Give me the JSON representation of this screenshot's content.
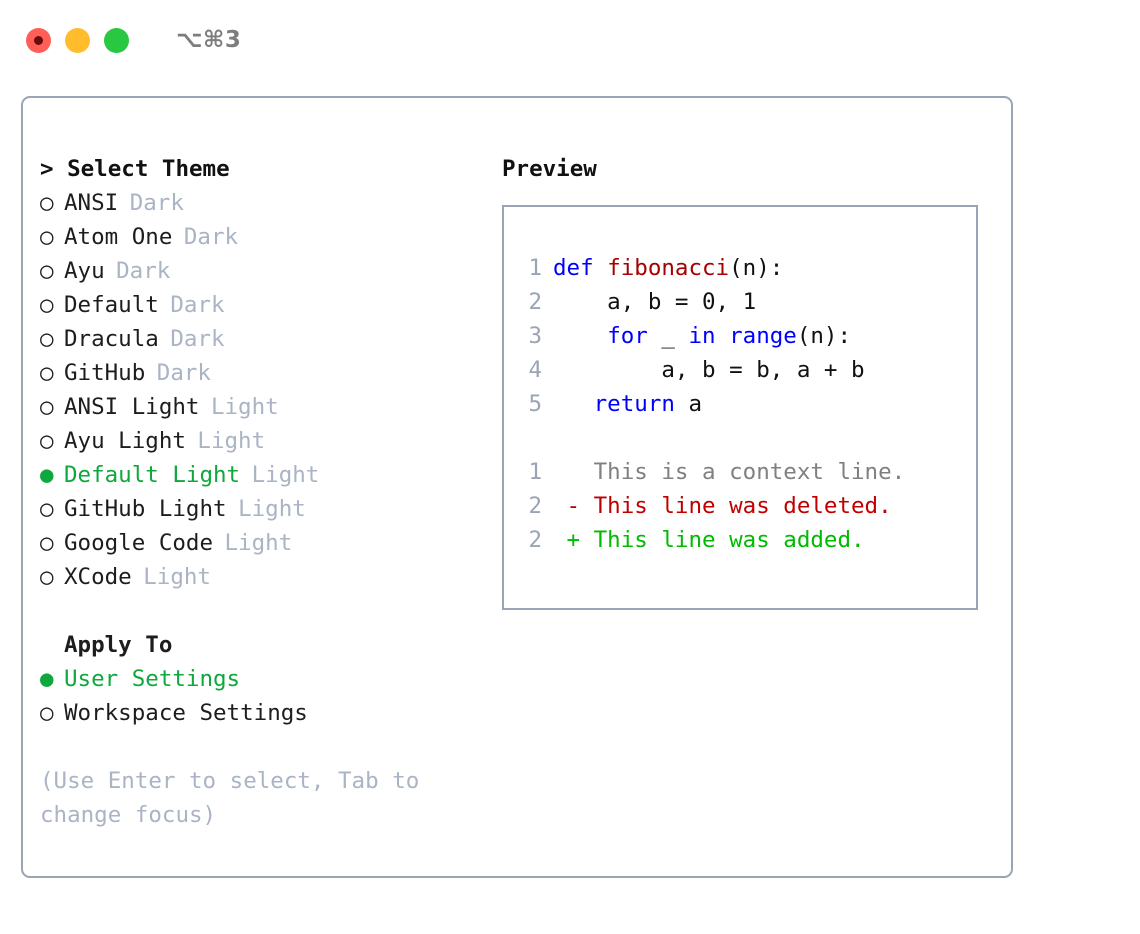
{
  "titlebar": {
    "lights": [
      {
        "name": "close",
        "color": "#ff5f57"
      },
      {
        "name": "minimize",
        "color": "#ffbd2e"
      },
      {
        "name": "zoom",
        "color": "#28c840"
      }
    ],
    "shortcut": "⌥⌘3"
  },
  "colors": {
    "accent_green": "#0ea83c",
    "tag_gray": "#aab4c4",
    "border": "#9aa4b4",
    "keyword_blue": "#0000ff",
    "function_red": "#a60000",
    "diff_add": "#00bb00",
    "diff_del": "#c00000",
    "diff_context": "#808080"
  },
  "theme_panel": {
    "header": "> Select Theme",
    "items": [
      {
        "bullet": "○",
        "label": "ANSI",
        "tag": "Dark",
        "selected": false
      },
      {
        "bullet": "○",
        "label": "Atom One",
        "tag": "Dark",
        "selected": false
      },
      {
        "bullet": "○",
        "label": "Ayu",
        "tag": "Dark",
        "selected": false
      },
      {
        "bullet": "○",
        "label": "Default",
        "tag": "Dark",
        "selected": false
      },
      {
        "bullet": "○",
        "label": "Dracula",
        "tag": "Dark",
        "selected": false
      },
      {
        "bullet": "○",
        "label": "GitHub",
        "tag": "Dark",
        "selected": false
      },
      {
        "bullet": "○",
        "label": "ANSI Light",
        "tag": "Light",
        "selected": false
      },
      {
        "bullet": "○",
        "label": "Ayu Light",
        "tag": "Light",
        "selected": false
      },
      {
        "bullet": "●",
        "label": "Default Light",
        "tag": "Light",
        "selected": true
      },
      {
        "bullet": "○",
        "label": "GitHub Light",
        "tag": "Light",
        "selected": false
      },
      {
        "bullet": "○",
        "label": "Google Code",
        "tag": "Light",
        "selected": false
      },
      {
        "bullet": "○",
        "label": "XCode",
        "tag": "Light",
        "selected": false
      }
    ]
  },
  "apply_to": {
    "header": "Apply To",
    "items": [
      {
        "bullet": "●",
        "label": "User Settings",
        "selected": true
      },
      {
        "bullet": "○",
        "label": "Workspace Settings",
        "selected": false
      }
    ]
  },
  "hint": "(Use Enter to select, Tab to change focus)",
  "preview": {
    "title": "Preview",
    "code_lines": [
      {
        "num": "1",
        "spans": [
          {
            "t": "def ",
            "c": "kw"
          },
          {
            "t": "fibonacci",
            "c": "fn"
          },
          {
            "t": "(n):",
            "c": "plain"
          }
        ]
      },
      {
        "num": "2",
        "spans": [
          {
            "t": "    a, b = 0, 1",
            "c": "plain"
          }
        ]
      },
      {
        "num": "3",
        "spans": [
          {
            "t": "    ",
            "c": "plain"
          },
          {
            "t": "for",
            "c": "kw"
          },
          {
            "t": " _ ",
            "c": "plain"
          },
          {
            "t": "in",
            "c": "kw"
          },
          {
            "t": " ",
            "c": "plain"
          },
          {
            "t": "range",
            "c": "kw"
          },
          {
            "t": "(n):",
            "c": "plain"
          }
        ]
      },
      {
        "num": "4",
        "spans": [
          {
            "t": "        a, b = b, a + b",
            "c": "plain"
          }
        ]
      },
      {
        "num": "5",
        "spans": [
          {
            "t": "   ",
            "c": "plain"
          },
          {
            "t": "return",
            "c": "kw"
          },
          {
            "t": " a",
            "c": "plain"
          }
        ]
      }
    ],
    "diff_lines": [
      {
        "num": "1",
        "spans": [
          {
            "t": "   This is a context line.",
            "c": "ctx"
          }
        ]
      },
      {
        "num": "2",
        "spans": [
          {
            "t": " - This line was deleted.",
            "c": "del"
          }
        ]
      },
      {
        "num": "2",
        "spans": [
          {
            "t": " + This line was added.",
            "c": "add"
          }
        ]
      }
    ]
  }
}
